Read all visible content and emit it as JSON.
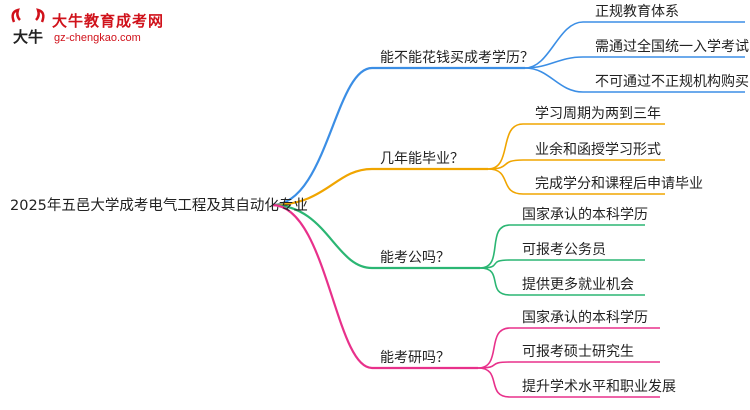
{
  "logo": {
    "mark_text": "大牛",
    "title": "大牛教育成考网",
    "url": "gz-chengkao.com",
    "brand_color": "#d0121b"
  },
  "root": "2025年五邑大学成考电气工程及其自动化专业",
  "branches": [
    {
      "label": "能不能花钱买成考学历？",
      "color": "#3b8ee5",
      "children": [
        "正规教育体系",
        "需通过全国统一入学考试",
        "不可通过不正规机构购买"
      ]
    },
    {
      "label": "几年能毕业？",
      "color": "#f0a500",
      "children": [
        "学习周期为两到三年",
        "业余和函授学习形式",
        "完成学分和课程后申请毕业"
      ]
    },
    {
      "label": "能考公吗？",
      "color": "#2bb673",
      "children": [
        "国家承认的本科学历",
        "可报考公务员",
        "提供更多就业机会"
      ]
    },
    {
      "label": "能考研吗？",
      "color": "#e8318b",
      "children": [
        "国家承认的本科学历",
        "可报考硕士研究生",
        "提升学术水平和职业发展"
      ]
    }
  ]
}
